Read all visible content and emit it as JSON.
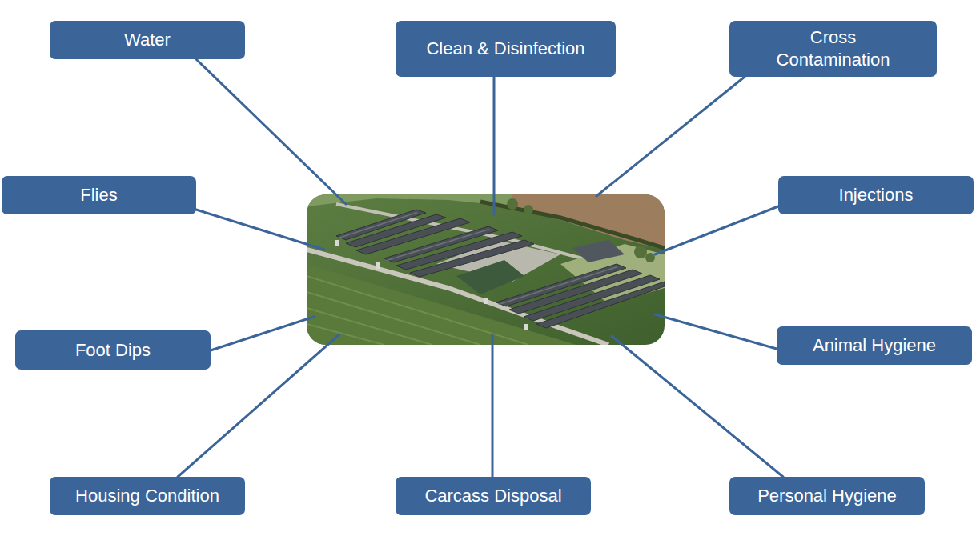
{
  "diagram": {
    "nodes": [
      {
        "text": [
          "Water"
        ]
      },
      {
        "text": [
          "Clean & Disinfection"
        ]
      },
      {
        "text": [
          "Cross Contamination"
        ]
      },
      {
        "text": [
          "Flies"
        ]
      },
      {
        "text": [
          "Injections"
        ]
      },
      {
        "text": [
          "Foot Dips"
        ]
      },
      {
        "text": [
          "Animal Hygiene"
        ]
      },
      {
        "text": [
          "Housing Condition"
        ]
      },
      {
        "text": [
          "Carcass Disposal"
        ]
      },
      {
        "text": [
          "Personal Hygiene"
        ]
      }
    ]
  }
}
